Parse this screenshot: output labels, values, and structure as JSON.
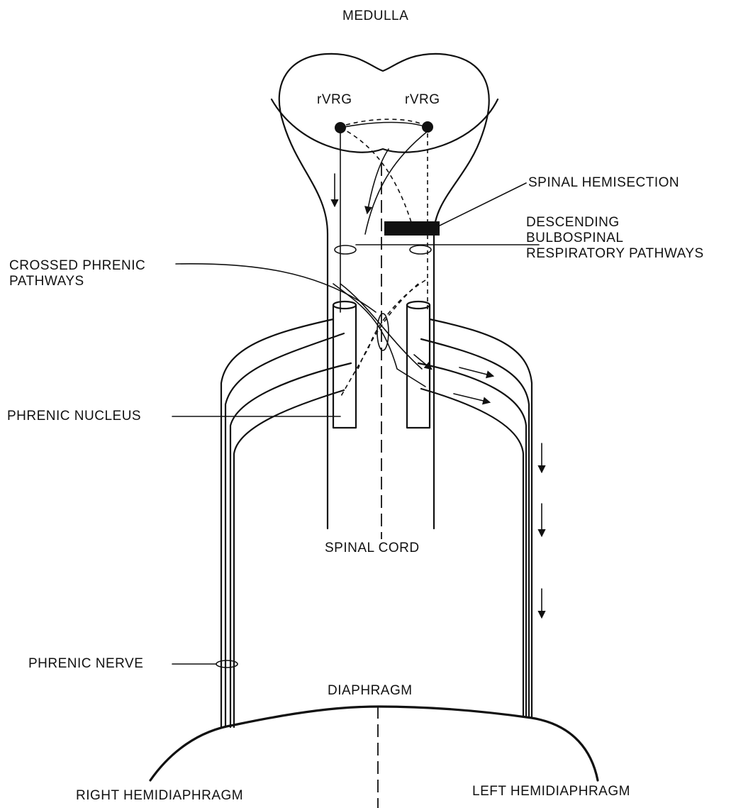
{
  "labels": {
    "medulla": "MEDULLA",
    "rvrg_left": "rVRG",
    "rvrg_right": "rVRG",
    "spinal_hemisection": "SPINAL HEMISECTION",
    "descending_line1": "DESCENDING",
    "descending_line2": "BULBOSPINAL",
    "descending_line3": "RESPIRATORY  PATHWAYS",
    "crossed_line1": "CROSSED PHRENIC",
    "crossed_line2": "PATHWAYS",
    "phrenic_nucleus": "PHRENIC NUCLEUS",
    "spinal_cord": "SPINAL CORD",
    "phrenic_nerve": "PHRENIC NERVE",
    "diaphragm": "DIAPHRAGM",
    "right_hemidiaphragm": "RIGHT HEMIDIAPHRAGM",
    "left_hemidiaphragm": "LEFT HEMIDIAPHRAGM"
  }
}
